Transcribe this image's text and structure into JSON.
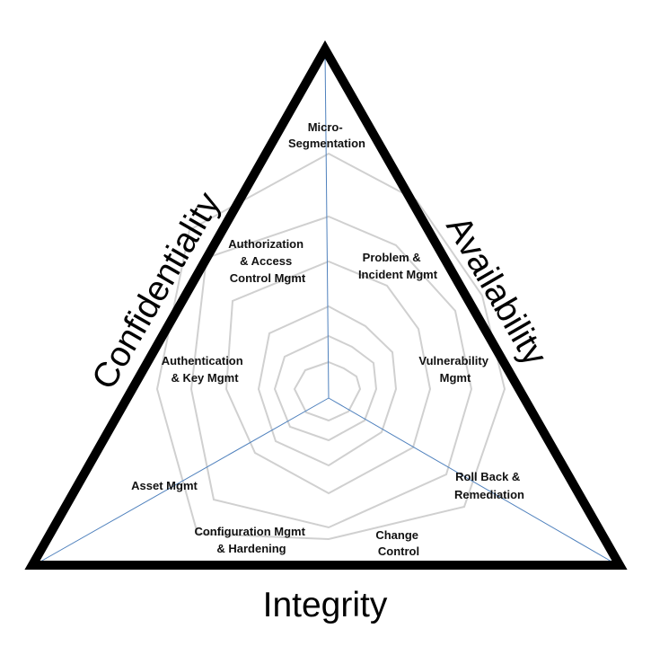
{
  "sides": {
    "left": "Confidentiality",
    "right": "Availability",
    "bottom": "Integrity"
  },
  "nodes": {
    "micro_segmentation": [
      "Micro-",
      "Segmentation"
    ],
    "authorization": [
      "Authorization",
      "& Access",
      "Control Mgmt"
    ],
    "problem_incident": [
      "Problem &",
      "Incident Mgmt"
    ],
    "authentication": [
      "Authentication",
      "& Key Mgmt"
    ],
    "vulnerability": [
      "Vulnerability",
      "Mgmt"
    ],
    "asset": [
      "Asset Mgmt"
    ],
    "rollback": [
      "Roll Back &",
      "Remediation"
    ],
    "configuration": [
      "Configuration Mgmt",
      "& Hardening"
    ],
    "change_control": [
      "Change",
      "Control"
    ]
  },
  "colors": {
    "triangle_stroke": "#000000",
    "axis_line": "#4f81bd",
    "web_line": "#d0d0d0",
    "text": "#111111"
  }
}
